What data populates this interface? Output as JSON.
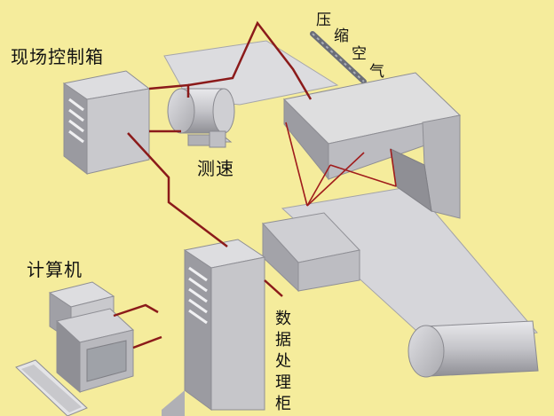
{
  "labels": {
    "field_control_box": "现场控制箱",
    "speed_measure": "测速",
    "computer": "计算机",
    "compressed_air": [
      "压",
      "缩",
      "空",
      "气"
    ],
    "data_cabinet": "数据处理柜"
  },
  "colors": {
    "background": "#f5ec9c",
    "wire": "#8b1a1a",
    "equipment_light": "#d9d9dc",
    "equipment_mid": "#b8b8bd",
    "equipment_dark": "#8e8e94"
  }
}
